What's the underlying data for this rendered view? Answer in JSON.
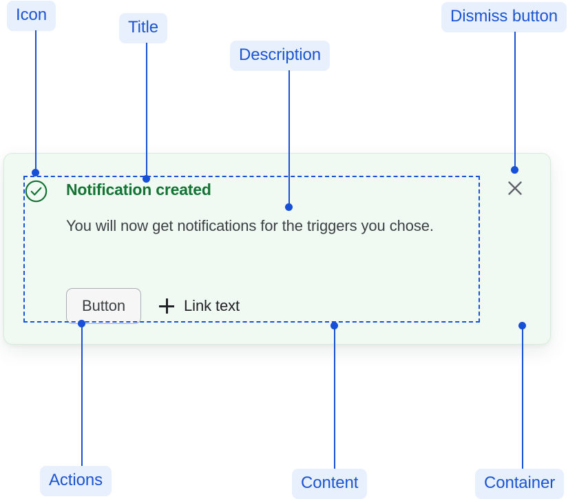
{
  "annotations": {
    "icon": {
      "label": "Icon"
    },
    "title": {
      "label": "Title"
    },
    "description": {
      "label": "Description"
    },
    "dismiss_button": {
      "label": "Dismiss button"
    },
    "actions": {
      "label": "Actions"
    },
    "content": {
      "label": "Content"
    },
    "container": {
      "label": "Container"
    }
  },
  "notification": {
    "status_icon": "check-circle-icon",
    "title": "Notification created",
    "description": "You will now get notifications for the triggers you chose.",
    "button_label": "Button",
    "link_icon": "plus-icon",
    "link_label": "Link text",
    "dismiss_icon": "close-icon"
  },
  "colors": {
    "annotation_accent": "#1550d6",
    "annotation_pill_bg": "#e8f0fe",
    "annotation_pill_text": "#1a54d1",
    "container_bg": "#f1f9f3",
    "container_border": "#d6ecdb",
    "success_green": "#137333",
    "body_text": "#3c4043",
    "button_bg": "#f6f6f6",
    "button_border": "#a8adb3",
    "dismiss_icon": "#5f6368"
  }
}
